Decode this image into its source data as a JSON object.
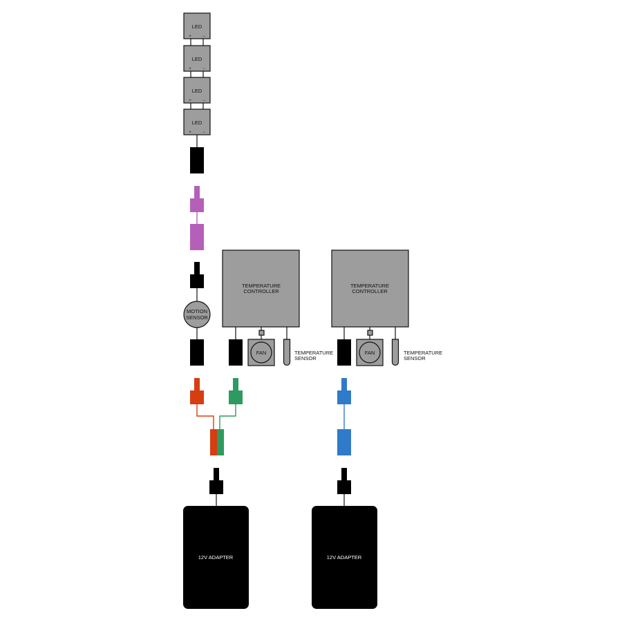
{
  "colors": {
    "background": "#ffffff",
    "module_gray": "#9d9d9d",
    "outline": "#111111",
    "connector_black": "#000000",
    "purple": "#b560b8",
    "red": "#d63e12",
    "green": "#2f9a5f",
    "blue": "#2f7ac9"
  },
  "labels": {
    "led": "LED",
    "pin_plus": "+",
    "pin_minus": "−",
    "motion_sensor_line1": "MOTION",
    "motion_sensor_line2": "SENSOR",
    "temp_controller_line1": "TEMPERATURE",
    "temp_controller_line2": "CONTROLLER",
    "fan": "FAN",
    "temp_sensor_line1": "TEMPERATURE",
    "temp_sensor_line2": "SENSOR",
    "adapter": "12V ADAPTER"
  }
}
